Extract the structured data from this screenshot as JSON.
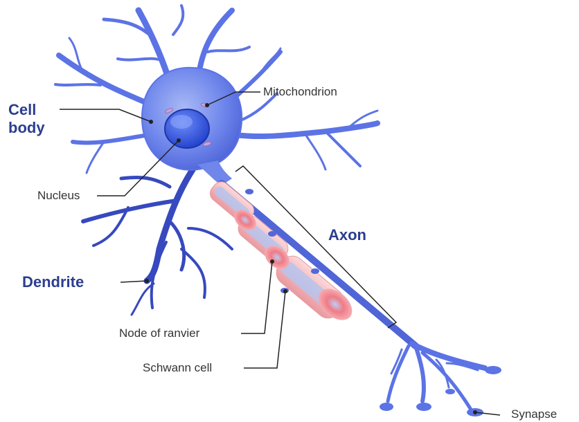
{
  "labels": {
    "cell_body_line1": "Cell",
    "cell_body_line2": "body",
    "mitochondrion": "Mitochondrion",
    "nucleus": "Nucleus",
    "axon": "Axon",
    "dendrite": "Dendrite",
    "node_of_ranvier": "Node of ranvier",
    "schwann_cell": "Schwann cell",
    "synapse": "Synapse"
  },
  "colors": {
    "neuron": "#5c73e6",
    "neuron_dark": "#3147b8",
    "nucleus": "#2f56e0",
    "myelin": "#f3b4b8",
    "myelin_inner": "#aec0ee",
    "node": "#e8606f",
    "label_bold": "#2b3e8f"
  }
}
